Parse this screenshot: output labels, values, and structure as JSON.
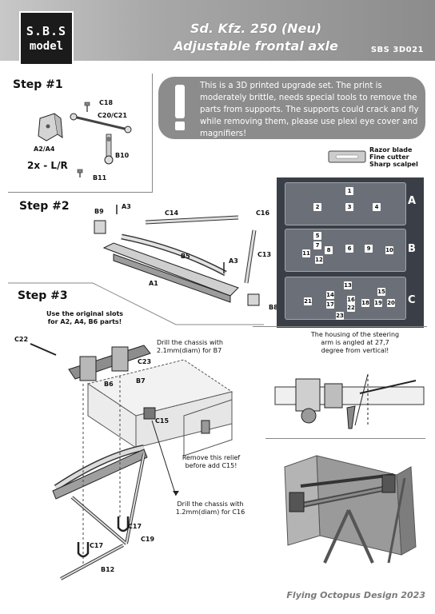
{
  "header": {
    "logo_line1": "S.B.S",
    "logo_line2": "model",
    "title": "Sd. Kfz. 250 (Neu)",
    "subtitle": "Adjustable frontal axle",
    "code": "SBS 3D021"
  },
  "step1": {
    "title": "Step #1",
    "labels": [
      "C18",
      "C20/C21",
      "A2/A4",
      "B10",
      "B11"
    ],
    "quantity": "2x - L/R"
  },
  "warning": {
    "text": "This is a 3D printed upgrade set. The print is moderately brittle, needs special tools to remove the parts from supports. The supports could crack and fly while removing them, please use plexi eye cover and magnifiers!"
  },
  "tools": [
    "Razor blade",
    "Fine cutter",
    "Sharp scalpel"
  ],
  "step2": {
    "title": "Step #2",
    "labels": [
      "B9",
      "A3",
      "C14",
      "C16",
      "B5",
      "C13",
      "A3",
      "A1",
      "B8"
    ]
  },
  "parts_photo": {
    "rows": [
      "A",
      "B",
      "C"
    ],
    "numbers_a": [
      "1",
      "2",
      "3",
      "4"
    ],
    "numbers_b": [
      "5",
      "7",
      "11",
      "8",
      "6",
      "9",
      "10",
      "12"
    ],
    "numbers_c": [
      "13",
      "15",
      "14",
      "21",
      "16",
      "18",
      "19",
      "20",
      "17",
      "22",
      "23"
    ]
  },
  "step3": {
    "title": "Step #3",
    "slots_note": "Use the original slots for A2, A4, B6 parts!",
    "drill_b7": "Drill the chassis with 2.1mm(diam) for B7",
    "relief_note": "Remove this relief before add C15!",
    "drill_c16": "Drill the chassis with 1.2mm(diam) for C16",
    "labels": [
      "C22",
      "C23",
      "B6",
      "B7",
      "C15",
      "C17",
      "C17",
      "C19",
      "B12"
    ]
  },
  "steering_note": "The housing of the steering arm is angled at 27,7 degree from vertical!",
  "footer": "Flying Octopus Design 2023"
}
